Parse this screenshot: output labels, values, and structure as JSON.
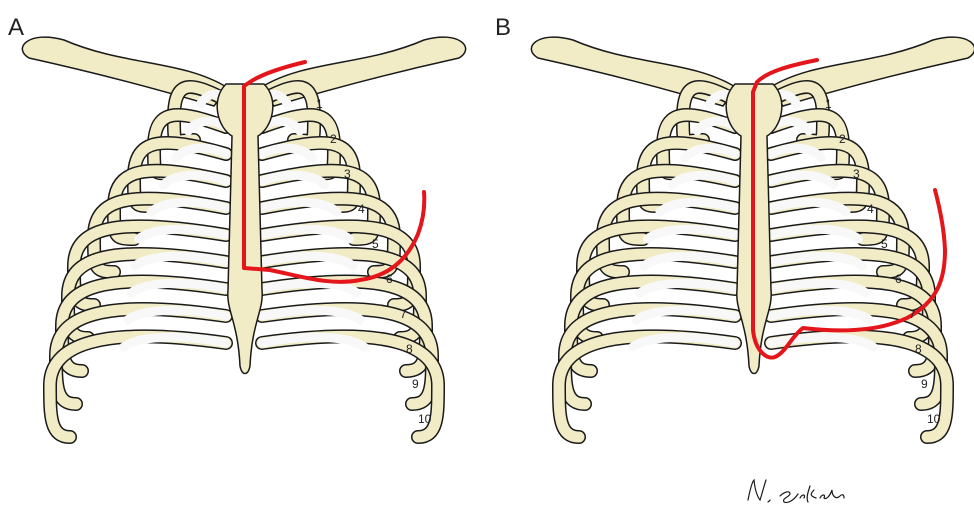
{
  "figure": {
    "panels": [
      {
        "id": "A",
        "label": "A",
        "rib_numbers": [
          "1",
          "2",
          "3",
          "4",
          "5",
          "6",
          "7",
          "8",
          "9",
          "10"
        ],
        "incision": "median sternotomy extended into left 4th intercostal space"
      },
      {
        "id": "B",
        "label": "B",
        "rib_numbers": [
          "1",
          "2",
          "3",
          "4",
          "5",
          "6",
          "7",
          "8",
          "9",
          "10"
        ],
        "incision": "median sternotomy below xiphoid extended along left costal margin"
      }
    ],
    "signature": "N. Sakakura"
  },
  "colors": {
    "bone": "#f1ecc6",
    "cartilage": "#f8f8f8",
    "outline": "#1a1a1a",
    "incision": "#e4161c"
  }
}
